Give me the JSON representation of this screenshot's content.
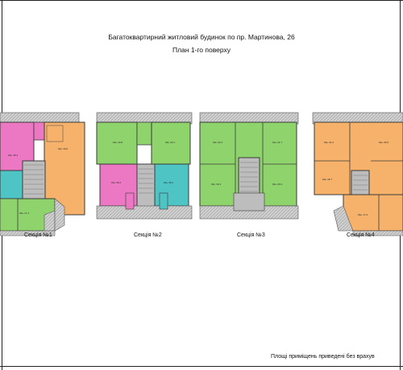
{
  "header": {
    "title": "Багатоквартирний житловий будинок по пр. Мартинова, 26",
    "subtitle": "План 1-го поверху"
  },
  "sections": [
    {
      "id": "s1",
      "caption": "Секція №1"
    },
    {
      "id": "s2",
      "caption": "Секція №2"
    },
    {
      "id": "s3",
      "caption": "Секція №3"
    },
    {
      "id": "s4",
      "caption": "Секція №4"
    }
  ],
  "footer_note": "Площі приміщень приведені без врахув",
  "colors": {
    "pink": "#ec77c3",
    "green": "#8fd36c",
    "orange": "#f6b26b",
    "teal": "#4fc4c4",
    "stair": "#bdbdbd",
    "balcony": "#c9c9c9",
    "wall": "#3a3a3a"
  }
}
